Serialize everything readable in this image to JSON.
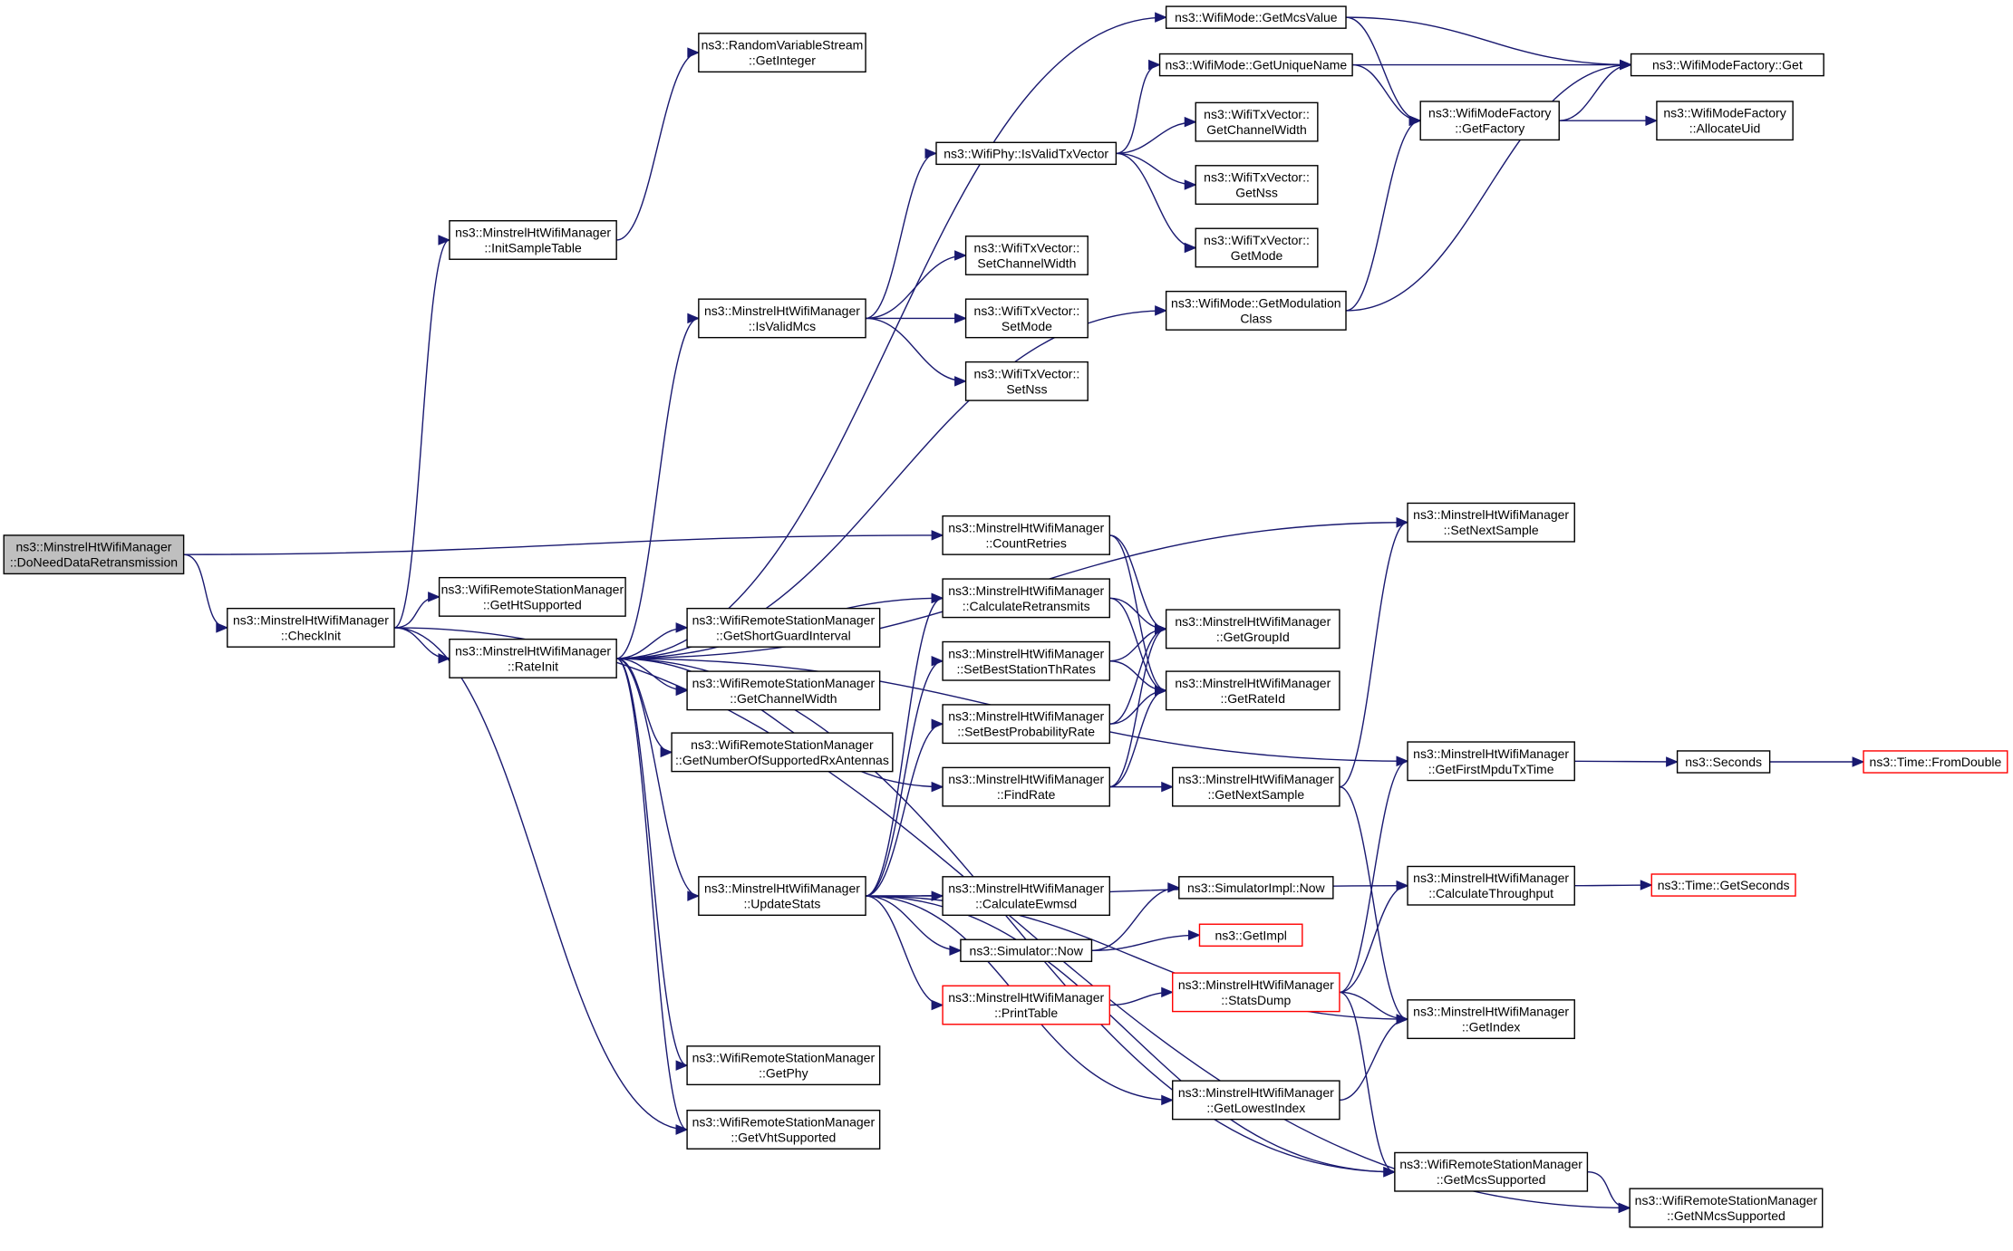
{
  "colors": {
    "edge": "#191970",
    "node_border": "#000000",
    "truncated_border": "#ff0000",
    "root_fill": "#bfbfbf",
    "background": "#ffffff"
  },
  "nodes": {
    "DoNeedDataRetransmission": {
      "lines": [
        "ns3::MinstrelHtWifiManager",
        "::DoNeedDataRetransmission"
      ]
    },
    "CheckInit": {
      "lines": [
        "ns3::MinstrelHtWifiManager",
        "::CheckInit"
      ]
    },
    "InitSampleTable": {
      "lines": [
        "ns3::MinstrelHtWifiManager",
        "::InitSampleTable"
      ]
    },
    "RVSGetInteger": {
      "lines": [
        "ns3::RandomVariableStream",
        "::GetInteger"
      ]
    },
    "GetHtSupported": {
      "lines": [
        "ns3::WifiRemoteStationManager",
        "::GetHtSupported"
      ]
    },
    "RateInit": {
      "lines": [
        "ns3::MinstrelHtWifiManager",
        "::RateInit"
      ]
    },
    "IsValidMcs": {
      "lines": [
        "ns3::MinstrelHtWifiManager",
        "::IsValidMcs"
      ]
    },
    "GetShortGuardInterval": {
      "lines": [
        "ns3::WifiRemoteStationManager",
        "::GetShortGuardInterval"
      ]
    },
    "RSMGetChannelWidth": {
      "lines": [
        "ns3::WifiRemoteStationManager",
        "::GetChannelWidth"
      ]
    },
    "GetNumberOfSupportedRxAntennas": {
      "lines": [
        "ns3::WifiRemoteStationManager",
        "::GetNumberOfSupportedRxAntennas"
      ]
    },
    "UpdateStats": {
      "lines": [
        "ns3::MinstrelHtWifiManager",
        "::UpdateStats"
      ]
    },
    "GetPhy": {
      "lines": [
        "ns3::WifiRemoteStationManager",
        "::GetPhy"
      ]
    },
    "GetVhtSupported": {
      "lines": [
        "ns3::WifiRemoteStationManager",
        "::GetVhtSupported"
      ]
    },
    "IsValidTxVector": {
      "lines": [
        "ns3::WifiPhy::IsValidTxVector"
      ]
    },
    "SetChannelWidth": {
      "lines": [
        "ns3::WifiTxVector::",
        "SetChannelWidth"
      ]
    },
    "SetMode": {
      "lines": [
        "ns3::WifiTxVector::",
        "SetMode"
      ]
    },
    "SetNss": {
      "lines": [
        "ns3::WifiTxVector::",
        "SetNss"
      ]
    },
    "CountRetries": {
      "lines": [
        "ns3::MinstrelHtWifiManager",
        "::CountRetries"
      ]
    },
    "CalculateRetransmits": {
      "lines": [
        "ns3::MinstrelHtWifiManager",
        "::CalculateRetransmits"
      ]
    },
    "SetBestStationThRates": {
      "lines": [
        "ns3::MinstrelHtWifiManager",
        "::SetBestStationThRates"
      ]
    },
    "SetBestProbabilityRate": {
      "lines": [
        "ns3::MinstrelHtWifiManager",
        "::SetBestProbabilityRate"
      ]
    },
    "FindRate": {
      "lines": [
        "ns3::MinstrelHtWifiManager",
        "::FindRate"
      ]
    },
    "CalculateEwmsd": {
      "lines": [
        "ns3::MinstrelHtWifiManager",
        "::CalculateEwmsd"
      ]
    },
    "SimulatorNow": {
      "lines": [
        "ns3::Simulator::Now"
      ]
    },
    "PrintTable": {
      "lines": [
        "ns3::MinstrelHtWifiManager",
        "::PrintTable"
      ]
    },
    "GetMcsValue": {
      "lines": [
        "ns3::WifiMode::GetMcsValue"
      ]
    },
    "GetUniqueName": {
      "lines": [
        "ns3::WifiMode::GetUniqueName"
      ]
    },
    "TxGetChannelWidth": {
      "lines": [
        "ns3::WifiTxVector::",
        "GetChannelWidth"
      ]
    },
    "GetNss": {
      "lines": [
        "ns3::WifiTxVector::",
        "GetNss"
      ]
    },
    "GetMode": {
      "lines": [
        "ns3::WifiTxVector::",
        "GetMode"
      ]
    },
    "GetModulationClass": {
      "lines": [
        "ns3::WifiMode::GetModulation",
        "Class"
      ]
    },
    "GetGroupId": {
      "lines": [
        "ns3::MinstrelHtWifiManager",
        "::GetGroupId"
      ]
    },
    "GetRateId": {
      "lines": [
        "ns3::MinstrelHtWifiManager",
        "::GetRateId"
      ]
    },
    "GetNextSample": {
      "lines": [
        "ns3::MinstrelHtWifiManager",
        "::GetNextSample"
      ]
    },
    "SimulatorImplNow": {
      "lines": [
        "ns3::SimulatorImpl::Now"
      ]
    },
    "GetImpl": {
      "lines": [
        "ns3::GetImpl"
      ]
    },
    "StatsDump": {
      "lines": [
        "ns3::MinstrelHtWifiManager",
        "::StatsDump"
      ]
    },
    "GetLowestIndex": {
      "lines": [
        "ns3::MinstrelHtWifiManager",
        "::GetLowestIndex"
      ]
    },
    "FactoryGet": {
      "lines": [
        "ns3::WifiModeFactory::Get"
      ]
    },
    "GetFactory": {
      "lines": [
        "ns3::WifiModeFactory",
        "::GetFactory"
      ]
    },
    "AllocateUid": {
      "lines": [
        "ns3::WifiModeFactory",
        "::AllocateUid"
      ]
    },
    "SetNextSample": {
      "lines": [
        "ns3::MinstrelHtWifiManager",
        "::SetNextSample"
      ]
    },
    "GetFirstMpduTxTime": {
      "lines": [
        "ns3::MinstrelHtWifiManager",
        "::GetFirstMpduTxTime"
      ]
    },
    "CalculateThroughput": {
      "lines": [
        "ns3::MinstrelHtWifiManager",
        "::CalculateThroughput"
      ]
    },
    "GetIndex": {
      "lines": [
        "ns3::MinstrelHtWifiManager",
        "::GetIndex"
      ]
    },
    "GetMcsSupported": {
      "lines": [
        "ns3::WifiRemoteStationManager",
        "::GetMcsSupported"
      ]
    },
    "GetNMcsSupported": {
      "lines": [
        "ns3::WifiRemoteStationManager",
        "::GetNMcsSupported"
      ]
    },
    "Seconds": {
      "lines": [
        "ns3::Seconds"
      ]
    },
    "FromDouble": {
      "lines": [
        "ns3::Time::FromDouble"
      ]
    },
    "GetSeconds": {
      "lines": [
        "ns3::Time::GetSeconds"
      ]
    }
  },
  "edges": [
    [
      "DoNeedDataRetransmission",
      "CheckInit"
    ],
    [
      "DoNeedDataRetransmission",
      "CountRetries"
    ],
    [
      "CheckInit",
      "InitSampleTable"
    ],
    [
      "CheckInit",
      "GetHtSupported"
    ],
    [
      "CheckInit",
      "RateInit"
    ],
    [
      "CheckInit",
      "GetVhtSupported"
    ],
    [
      "CheckInit",
      "GetNMcsSupported"
    ],
    [
      "InitSampleTable",
      "RVSGetInteger"
    ],
    [
      "RateInit",
      "GetMcsValue"
    ],
    [
      "RateInit",
      "GetModulationClass"
    ],
    [
      "RateInit",
      "IsValidMcs"
    ],
    [
      "RateInit",
      "SetNextSample"
    ],
    [
      "RateInit",
      "GetFirstMpduTxTime"
    ],
    [
      "RateInit",
      "CalculateRetransmits"
    ],
    [
      "RateInit",
      "GetShortGuardInterval"
    ],
    [
      "RateInit",
      "RSMGetChannelWidth"
    ],
    [
      "RateInit",
      "GetNumberOfSupportedRxAntennas"
    ],
    [
      "RateInit",
      "FindRate"
    ],
    [
      "RateInit",
      "UpdateStats"
    ],
    [
      "RateInit",
      "GetPhy"
    ],
    [
      "RateInit",
      "GetVhtSupported"
    ],
    [
      "RateInit",
      "GetMcsSupported"
    ],
    [
      "IsValidMcs",
      "IsValidTxVector"
    ],
    [
      "IsValidMcs",
      "SetChannelWidth"
    ],
    [
      "IsValidMcs",
      "SetMode"
    ],
    [
      "IsValidMcs",
      "SetNss"
    ],
    [
      "IsValidTxVector",
      "GetUniqueName"
    ],
    [
      "IsValidTxVector",
      "TxGetChannelWidth"
    ],
    [
      "IsValidTxVector",
      "GetNss"
    ],
    [
      "IsValidTxVector",
      "GetMode"
    ],
    [
      "GetMcsValue",
      "FactoryGet"
    ],
    [
      "GetMcsValue",
      "GetFactory"
    ],
    [
      "GetUniqueName",
      "FactoryGet"
    ],
    [
      "GetUniqueName",
      "GetFactory"
    ],
    [
      "GetModulationClass",
      "GetFactory"
    ],
    [
      "GetModulationClass",
      "FactoryGet"
    ],
    [
      "GetFactory",
      "FactoryGet"
    ],
    [
      "GetFactory",
      "AllocateUid"
    ],
    [
      "CountRetries",
      "GetGroupId"
    ],
    [
      "CountRetries",
      "GetRateId"
    ],
    [
      "CalculateRetransmits",
      "GetGroupId"
    ],
    [
      "CalculateRetransmits",
      "GetRateId"
    ],
    [
      "SetBestStationThRates",
      "GetGroupId"
    ],
    [
      "SetBestStationThRates",
      "GetRateId"
    ],
    [
      "SetBestProbabilityRate",
      "GetGroupId"
    ],
    [
      "SetBestProbabilityRate",
      "GetRateId"
    ],
    [
      "FindRate",
      "GetGroupId"
    ],
    [
      "FindRate",
      "GetRateId"
    ],
    [
      "FindRate",
      "GetNextSample"
    ],
    [
      "GetNextSample",
      "SetNextSample"
    ],
    [
      "GetNextSample",
      "GetIndex"
    ],
    [
      "UpdateStats",
      "CalculateRetransmits"
    ],
    [
      "UpdateStats",
      "SetBestStationThRates"
    ],
    [
      "UpdateStats",
      "SetBestProbabilityRate"
    ],
    [
      "UpdateStats",
      "CalculateThroughput"
    ],
    [
      "UpdateStats",
      "CalculateEwmsd"
    ],
    [
      "UpdateStats",
      "SimulatorNow"
    ],
    [
      "UpdateStats",
      "PrintTable"
    ],
    [
      "UpdateStats",
      "GetIndex"
    ],
    [
      "UpdateStats",
      "GetLowestIndex"
    ],
    [
      "UpdateStats",
      "GetMcsSupported"
    ],
    [
      "SimulatorNow",
      "SimulatorImplNow"
    ],
    [
      "SimulatorNow",
      "GetImpl"
    ],
    [
      "PrintTable",
      "StatsDump"
    ],
    [
      "StatsDump",
      "GetFirstMpduTxTime"
    ],
    [
      "StatsDump",
      "CalculateThroughput"
    ],
    [
      "StatsDump",
      "GetIndex"
    ],
    [
      "StatsDump",
      "GetMcsSupported"
    ],
    [
      "GetLowestIndex",
      "GetIndex"
    ],
    [
      "GetFirstMpduTxTime",
      "Seconds"
    ],
    [
      "Seconds",
      "FromDouble"
    ],
    [
      "CalculateThroughput",
      "GetSeconds"
    ],
    [
      "GetMcsSupported",
      "GetNMcsSupported"
    ]
  ]
}
